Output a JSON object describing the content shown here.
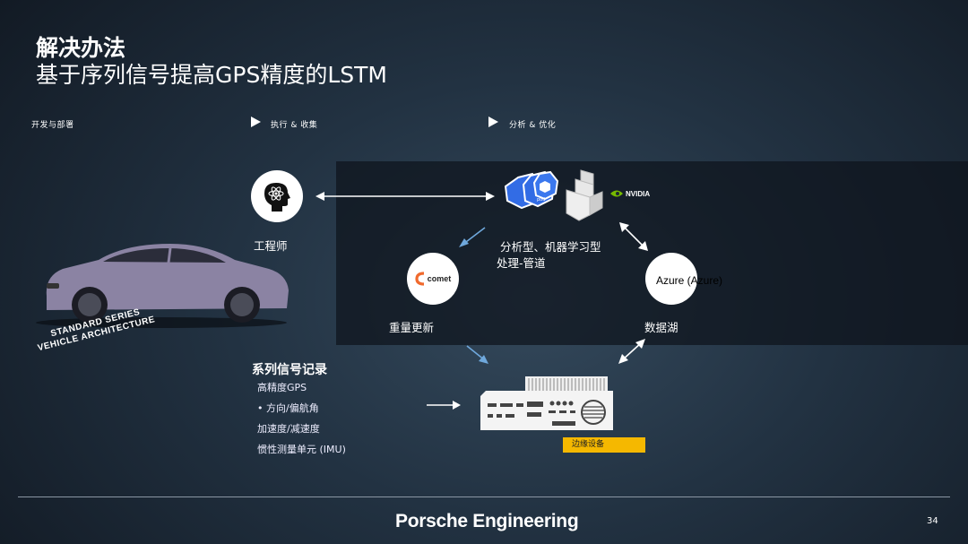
{
  "title": {
    "line1": "解决办法",
    "line2": "基于序列信号提高GPS精度的LSTM"
  },
  "phases": [
    "开发与部署",
    "执行 & 收集",
    "分析 & 优化"
  ],
  "engineer": {
    "label": "工程师"
  },
  "pipeline": {
    "line1": "分析型、机器学习型",
    "line2": "处理-管道",
    "pod_label": "pod",
    "nvidia_label": "NVIDIA"
  },
  "comet": {
    "logo_text": "comet",
    "label": "重量更新"
  },
  "azure": {
    "logo_text": "Azure (Azure)",
    "label": "数据湖"
  },
  "car_badge": {
    "line1": "STANDARD SERIES",
    "line2": "VEHICLE ARCHITECTURE"
  },
  "signals": {
    "heading": "系列信号记录",
    "items": [
      "高精度GPS",
      "• 方向/偏航角",
      "加速度/减速度",
      "惯性测量单元 (IMU)"
    ]
  },
  "edge_device": {
    "label": "边缘设备"
  },
  "footer": {
    "brand": "Porsche Engineering",
    "page_number": "34"
  },
  "colors": {
    "accent_yellow": "#f5b800",
    "arrow_blue": "#6fa8dc",
    "kube_blue": "#326ce5"
  }
}
